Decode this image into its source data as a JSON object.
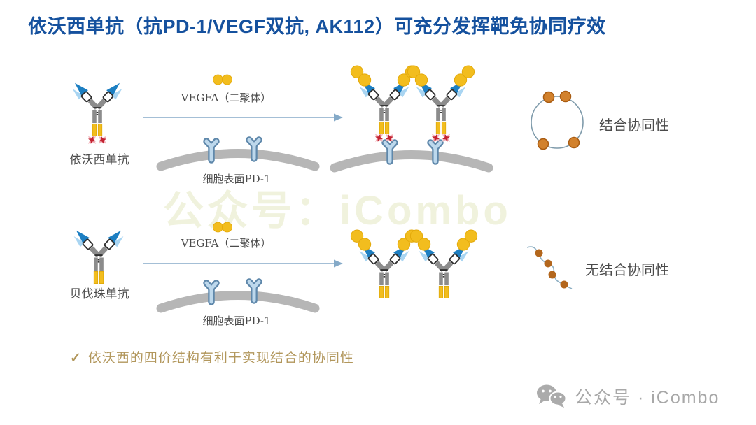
{
  "title": "依沃西单抗（抗PD-1/VEGF双抗, AK112）可充分发挥靶免协同疗效",
  "watermark": "公众号：iCombo",
  "rows": [
    {
      "antibody": "依沃西单抗",
      "vegfa": "VEGFA（二聚体）",
      "pd1": "细胞表面PD-1",
      "result": "结合协同性"
    },
    {
      "antibody": "贝伐珠单抗",
      "vegfa": "VEGFA（二聚体）",
      "pd1": "细胞表面PD-1",
      "result": "无结合协同性"
    }
  ],
  "note": {
    "check": "✓",
    "text": "依沃西的四价结构有利于实现结合的协同性"
  },
  "footer": {
    "text": "公众号 · iCombo",
    "icon": "wechat-icon"
  },
  "icons": [
    "wechat-icon",
    "check-icon",
    "arrow-right-icon",
    "binding-synergy-circle-icon",
    "no-synergy-curve-icon"
  ],
  "colors": {
    "title_blue": "#15519e",
    "arrow_blue": "#85aac8",
    "antibody_gray": "#8c8c8c",
    "antibody_yellow": "#f2bd1e",
    "tip_dark_blue": "#1d7fc2",
    "tip_light_blue": "#a9d5f2",
    "star_red": "#c42332",
    "star_pink": "#f3b6bd",
    "membrane_gray": "#b6b6b6",
    "receptor_fill": "#bdd8ec",
    "receptor_border": "#5f88ab",
    "synergy_dot_orange": "#d2812c",
    "curve_dot_brown": "#b3661c",
    "note_tan": "#b2975c",
    "watermark_cream": "#eef0d8",
    "footer_gray": "#a8a8a8",
    "label_gray": "#4a4a4a"
  }
}
